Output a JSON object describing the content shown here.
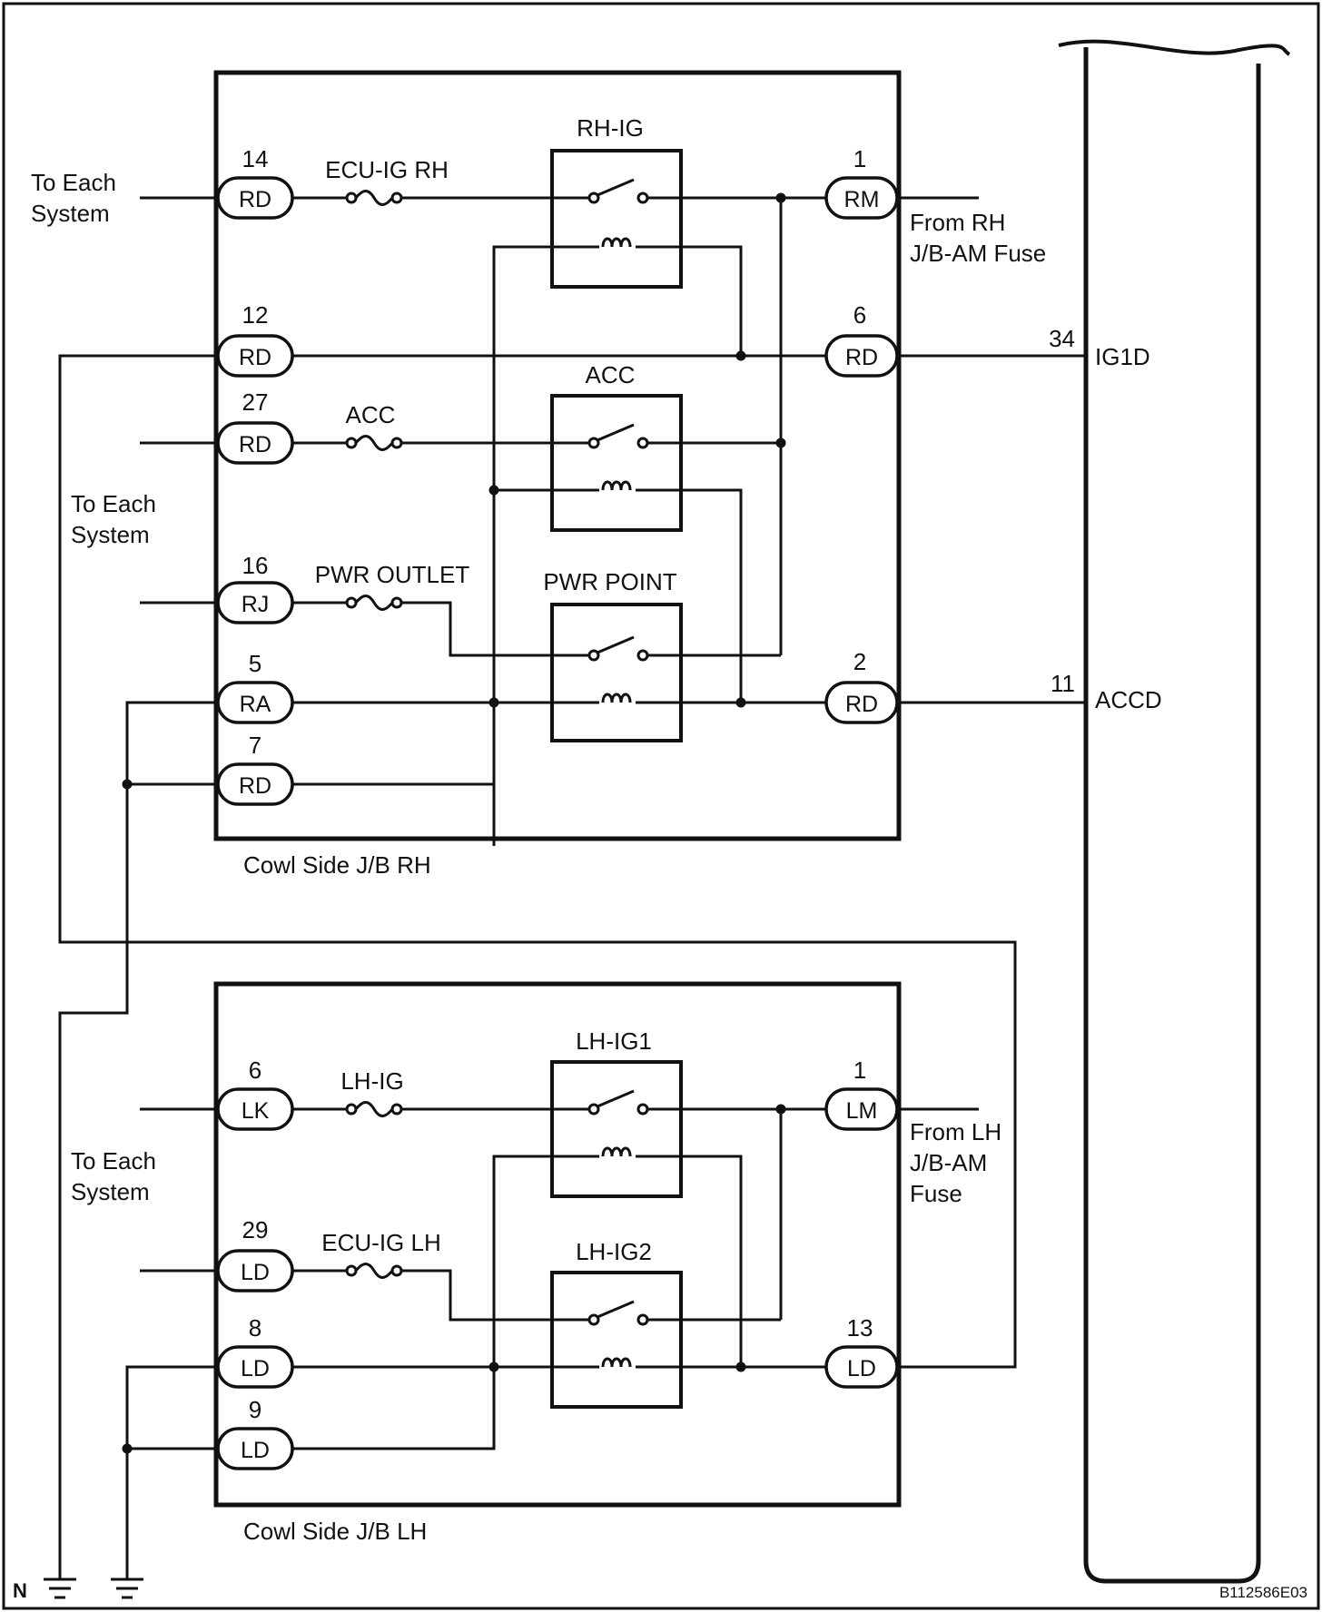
{
  "frame_label": "N",
  "figure_id": "B112586E03",
  "rh_jb": {
    "label": "Cowl Side J/B RH",
    "left_pins": [
      {
        "num": "14",
        "code": "RD"
      },
      {
        "num": "12",
        "code": "RD"
      },
      {
        "num": "27",
        "code": "RD"
      },
      {
        "num": "16",
        "code": "RJ"
      },
      {
        "num": "5",
        "code": "RA"
      },
      {
        "num": "7",
        "code": "RD"
      }
    ],
    "right_pins": [
      {
        "num": "1",
        "code": "RM"
      },
      {
        "num": "6",
        "code": "RD"
      },
      {
        "num": "2",
        "code": "RD"
      }
    ],
    "fuses": [
      "ECU-IG RH",
      "ACC",
      "PWR OUTLET"
    ],
    "relays": [
      "RH-IG",
      "ACC",
      "PWR POINT"
    ],
    "from_fuse_line1": "From RH",
    "from_fuse_line2": "J/B-AM Fuse"
  },
  "lh_jb": {
    "label": "Cowl Side J/B LH",
    "left_pins": [
      {
        "num": "6",
        "code": "LK"
      },
      {
        "num": "29",
        "code": "LD"
      },
      {
        "num": "8",
        "code": "LD"
      },
      {
        "num": "9",
        "code": "LD"
      }
    ],
    "right_pins": [
      {
        "num": "1",
        "code": "LM"
      },
      {
        "num": "13",
        "code": "LD"
      }
    ],
    "fuses": [
      "LH-IG",
      "ECU-IG LH"
    ],
    "relays": [
      "LH-IG1",
      "LH-IG2"
    ],
    "from_fuse_line1": "From LH",
    "from_fuse_line2": "J/B-AM",
    "from_fuse_line3": "Fuse"
  },
  "to_each_system": [
    "To Each",
    "System"
  ],
  "ecu": {
    "terminals": [
      {
        "num": "34",
        "name": "IG1D"
      },
      {
        "num": "11",
        "name": "ACCD"
      }
    ]
  }
}
